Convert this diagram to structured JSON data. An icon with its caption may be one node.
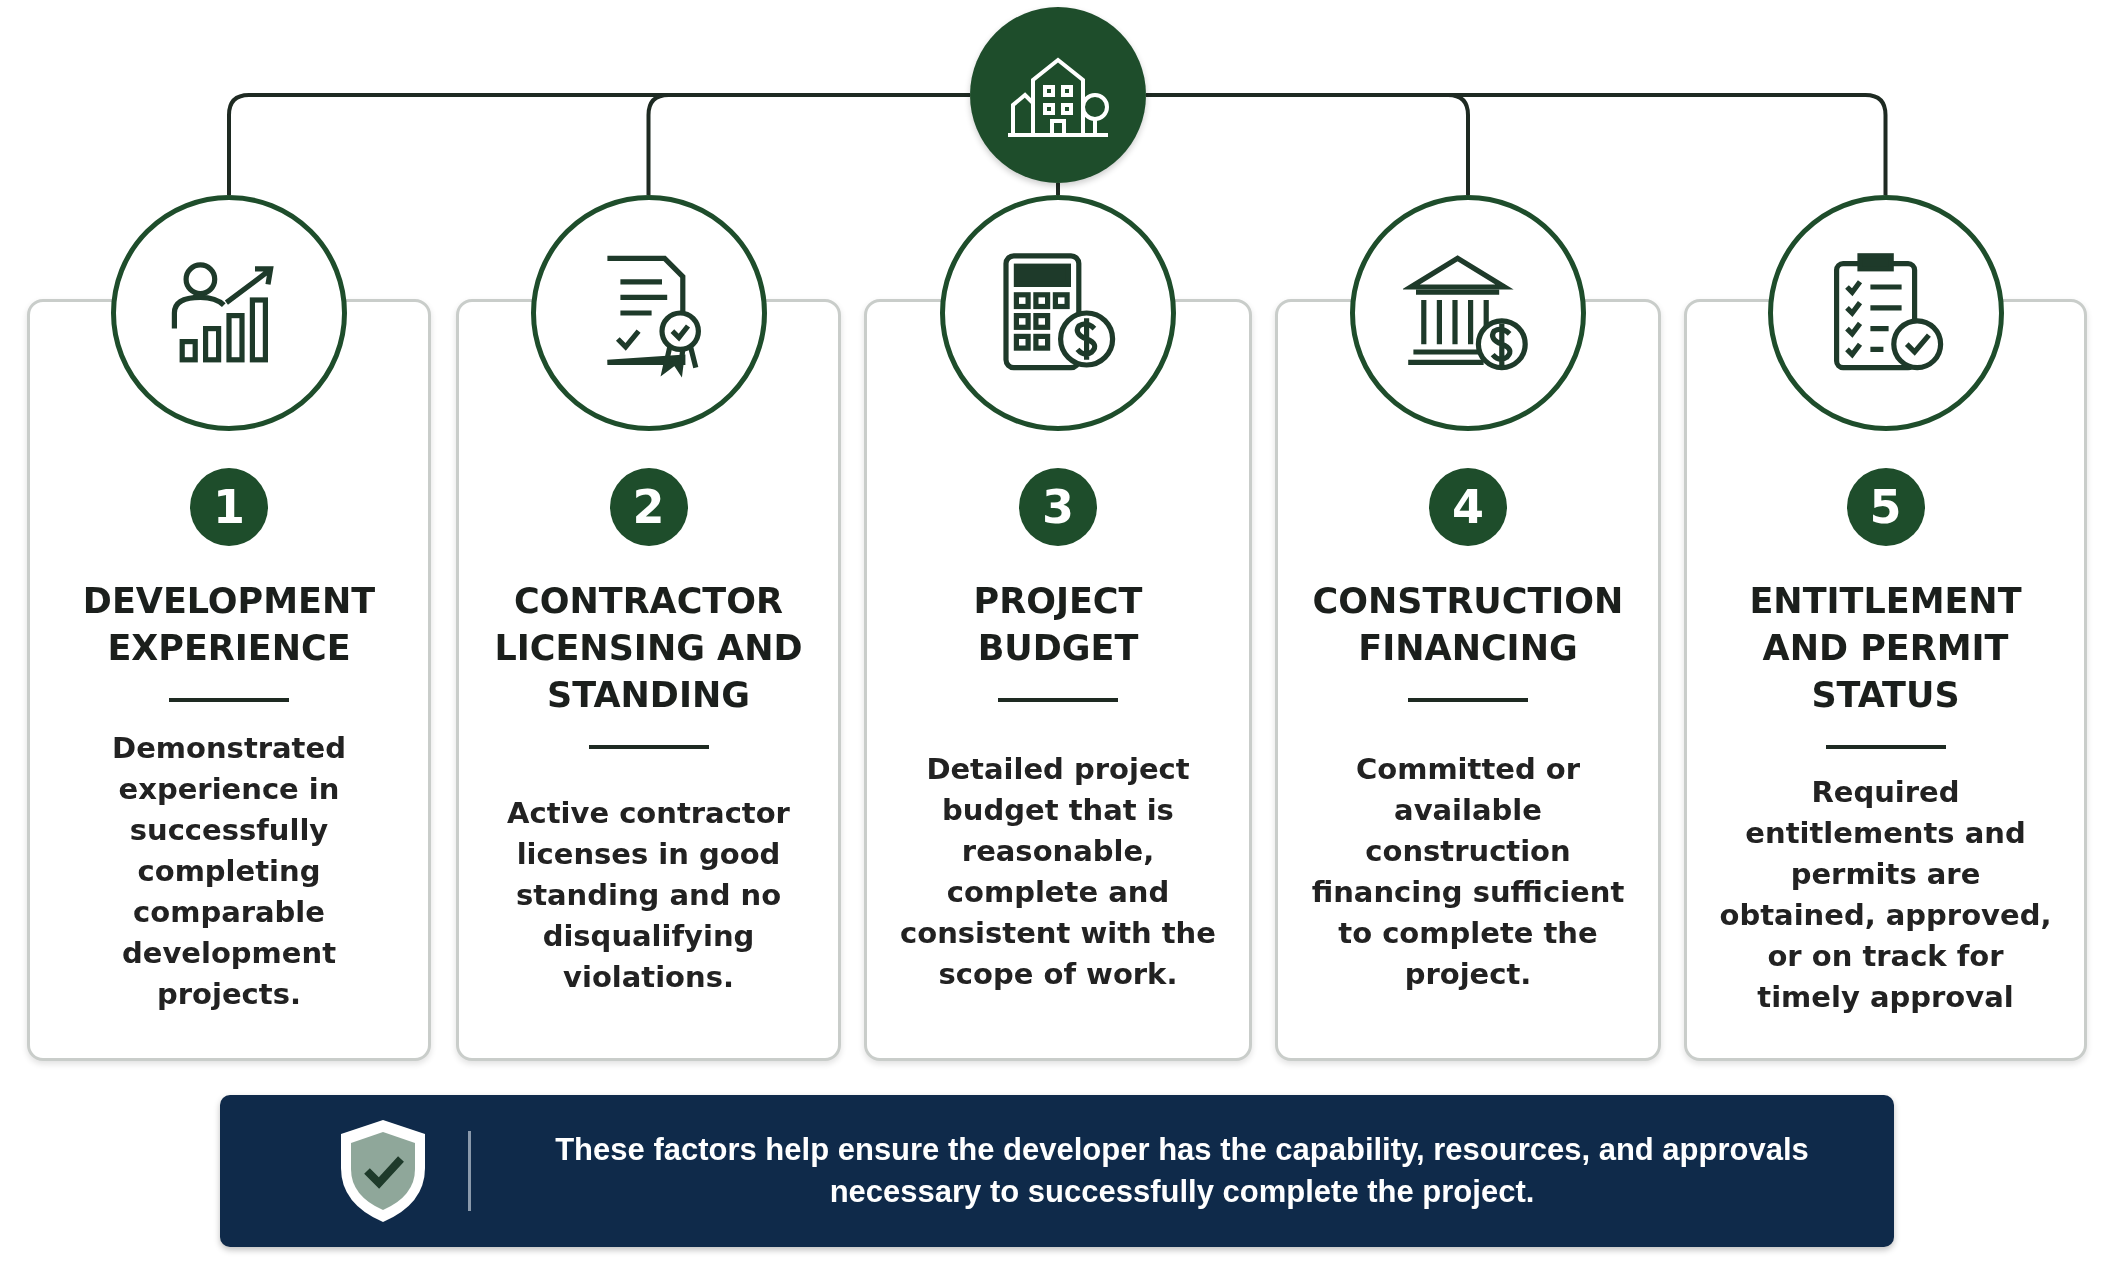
{
  "diagram": {
    "nodes": [
      {
        "text": [],
        "shape": "circle"
      },
      {
        "text": [
          "1",
          "DEVELOPMENT EXPERIENCE",
          "Demonstrated experience in successfully completing comparable development projects."
        ]
      },
      {
        "text": [
          "2",
          "CONTRACTOR LICENSING AND STANDING",
          "Active contractor licenses in good standing and no disqualifying violations."
        ]
      },
      {
        "text": [
          "3",
          "PROJECT BUDGET",
          "Detailed project budget that is reasonable, complete and consistent with the scope of work."
        ]
      },
      {
        "text": [
          "4",
          "CONSTRUCTION FINANCING",
          "Committed or available construction financing sufficient to complete the project."
        ]
      },
      {
        "text": [
          "5",
          "ENTITLEMENT AND PERMIT STATUS",
          "Required entitlements and permits are obtained, approved, or on track for timely approval"
        ]
      },
      {
        "text": [
          "These factors help ensure the developer has the capability, resources, and approvals necessary to successfully complete the project."
        ]
      }
    ],
    "edges": [
      {
        "from": 0,
        "to": 1,
        "arrow": "none"
      },
      {
        "from": 0,
        "to": 2,
        "arrow": "none"
      },
      {
        "from": 0,
        "to": 3,
        "arrow": "none"
      },
      {
        "from": 0,
        "to": 4,
        "arrow": "none"
      },
      {
        "from": 0,
        "to": 5,
        "arrow": "none"
      }
    ]
  }
}
